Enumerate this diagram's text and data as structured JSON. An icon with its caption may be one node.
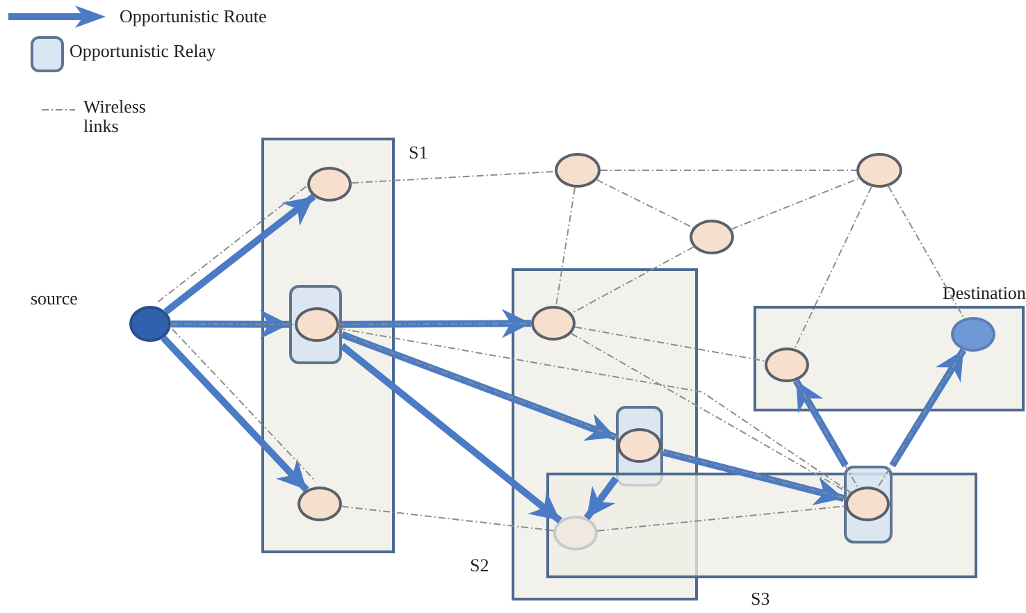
{
  "diagram": {
    "nodes": [
      {
        "text": [
          "S1"
        ]
      },
      {
        "text": [],
        "shape": "circle",
        "in": 0
      },
      {
        "text": [],
        "shape": "box",
        "in": 0
      },
      {
        "text": [],
        "shape": "circle",
        "in": 2
      },
      {
        "text": [],
        "shape": "circle",
        "in": 0
      },
      {
        "text": [],
        "shape": "circle",
        "beside": [
          "source"
        ]
      },
      {
        "text": [],
        "shape": "circle"
      },
      {
        "text": [],
        "shape": "circle"
      },
      {
        "text": [],
        "shape": "circle"
      },
      {
        "text": [
          "S2"
        ]
      },
      {
        "text": [],
        "shape": "circle",
        "in": 9
      },
      {
        "text": [],
        "shape": "box",
        "in": 9
      },
      {
        "text": [],
        "shape": "circle",
        "in": 11
      },
      {
        "text": [],
        "shape": "circle"
      },
      {
        "text": [
          "S3"
        ]
      },
      {
        "text": [],
        "shape": "box",
        "in": 14
      },
      {
        "text": [],
        "shape": "circle",
        "in": 15
      },
      {
        "text": [],
        "shape": "box"
      },
      {
        "text": [],
        "shape": "circle",
        "in": 17
      },
      {
        "text": [],
        "shape": "circle",
        "in": 17,
        "beside": [
          "Destination"
        ]
      }
    ],
    "edges": [
      {
        "from": 5,
        "to": 1,
        "arrow": "to",
        "style": "thick",
        "color": "#4a7bc4"
      },
      {
        "from": 5,
        "to": 2,
        "arrow": "to",
        "style": "thick",
        "color": "#4a7bc4"
      },
      {
        "from": 5,
        "to": 4,
        "arrow": "to",
        "style": "thick",
        "color": "#4a7bc4"
      },
      {
        "from": 2,
        "to": 10,
        "arrow": "to",
        "style": "thick",
        "color": "#4a7bc4"
      },
      {
        "from": 2,
        "to": 11,
        "arrow": "to",
        "style": "thick",
        "color": "#4a7bc4"
      },
      {
        "from": 2,
        "to": 13,
        "arrow": "to",
        "style": "thick",
        "color": "#4a7bc4"
      },
      {
        "from": 11,
        "to": 13,
        "arrow": "to",
        "style": "thick",
        "color": "#4a7bc4"
      },
      {
        "from": 11,
        "to": 15,
        "arrow": "to",
        "style": "thick",
        "color": "#4a7bc4"
      },
      {
        "from": 15,
        "to": 18,
        "arrow": "to",
        "style": "thick",
        "color": "#4a7bc4"
      },
      {
        "from": 15,
        "to": 19,
        "arrow": "to",
        "style": "thick",
        "color": "#4a7bc4"
      },
      {
        "from": 5,
        "to": 1,
        "arrow": "none",
        "style": "dashed"
      },
      {
        "from": 5,
        "to": 3,
        "arrow": "none",
        "style": "dashed"
      },
      {
        "from": 5,
        "to": 4,
        "arrow": "none",
        "style": "dashed"
      },
      {
        "from": 1,
        "to": 6,
        "arrow": "none",
        "style": "dashed"
      },
      {
        "from": 6,
        "to": 8,
        "arrow": "none",
        "style": "dashed"
      },
      {
        "from": 6,
        "to": 7,
        "arrow": "none",
        "style": "dashed"
      },
      {
        "from": 7,
        "to": 8,
        "arrow": "none",
        "style": "dashed"
      },
      {
        "from": 6,
        "to": 10,
        "arrow": "none",
        "style": "dashed"
      },
      {
        "from": 7,
        "to": 10,
        "arrow": "none",
        "style": "dashed"
      },
      {
        "from": 8,
        "to": 18,
        "arrow": "none",
        "style": "dashed"
      },
      {
        "from": 8,
        "to": 19,
        "arrow": "none",
        "style": "dashed"
      },
      {
        "from": 3,
        "to": 10,
        "arrow": "none",
        "style": "dashed"
      },
      {
        "from": 3,
        "to": 12,
        "arrow": "none",
        "style": "dashed"
      },
      {
        "from": 3,
        "to": 16,
        "arrow": "none",
        "style": "dashed"
      },
      {
        "from": 4,
        "to": 13,
        "arrow": "none",
        "style": "dashed"
      },
      {
        "from": 10,
        "to": 18,
        "arrow": "none",
        "style": "dashed"
      },
      {
        "from": 10,
        "to": 16,
        "arrow": "none",
        "style": "dashed"
      },
      {
        "from": 12,
        "to": 16,
        "arrow": "none",
        "style": "dashed"
      },
      {
        "from": 13,
        "to": 16,
        "arrow": "none",
        "style": "dashed"
      },
      {
        "from": 18,
        "to": 16,
        "arrow": "none",
        "style": "dashed"
      },
      {
        "from": 19,
        "to": 16,
        "arrow": "none",
        "style": "dashed"
      }
    ],
    "legend": [
      {
        "text": "Opportunistic Route"
      },
      {
        "text": "Opportunistic Relay"
      },
      {
        "text": "Wireless links"
      }
    ]
  }
}
